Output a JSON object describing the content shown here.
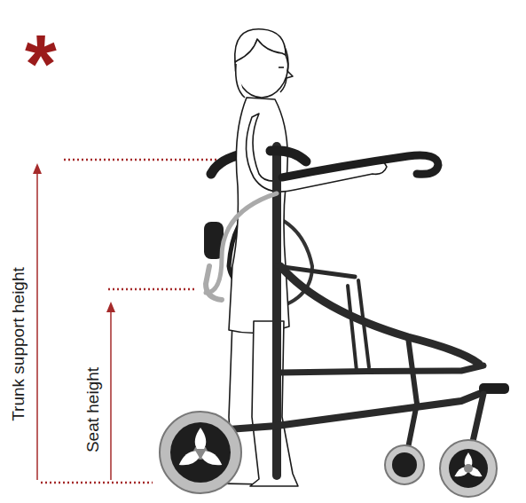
{
  "diagram": {
    "labels": [
      "*",
      "Trunk support height",
      "Seat height"
    ]
  }
}
